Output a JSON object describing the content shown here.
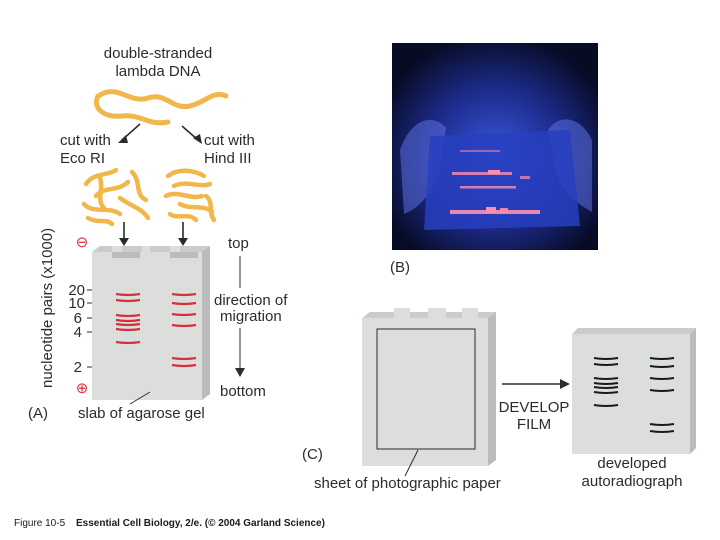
{
  "panel_a": {
    "panel_label": "(A)",
    "dna_label_line1": "double-stranded",
    "dna_label_line2": "lambda DNA",
    "cut_left_line1": "cut with",
    "cut_left_line2": "Eco RI",
    "cut_right_line1": "cut with",
    "cut_right_line2": "Hind III",
    "axis_label": "nucleotide pairs (x1000)",
    "ticks": [
      "20",
      "10",
      "6",
      "4",
      "2"
    ],
    "neg_symbol": "⊖",
    "pos_symbol": "⊕",
    "top_label": "top",
    "direction_line1": "direction of",
    "direction_line2": "migration",
    "bottom_label": "bottom",
    "slab_label": "slab of agarose gel"
  },
  "panel_b": {
    "panel_label": "(B)"
  },
  "panel_c": {
    "panel_label": "(C)",
    "develop_line1": "DEVELOP",
    "develop_line2": "FILM",
    "paper_label": "sheet of photographic paper",
    "result_line1": "developed",
    "result_line2": "autoradiograph"
  },
  "caption": {
    "figure_number": "Figure 10-5",
    "text": "Essential Cell Biology, 2/e. (© 2004 Garland Science)"
  },
  "colors": {
    "dna": "#f0b74a",
    "band": "#d8303a",
    "gel": "#dcdedb",
    "gel_side": "#b9bcb8",
    "photo_bg": "#0b1133",
    "uv_glow": "#2c46c8",
    "text": "#2b2b2b"
  }
}
